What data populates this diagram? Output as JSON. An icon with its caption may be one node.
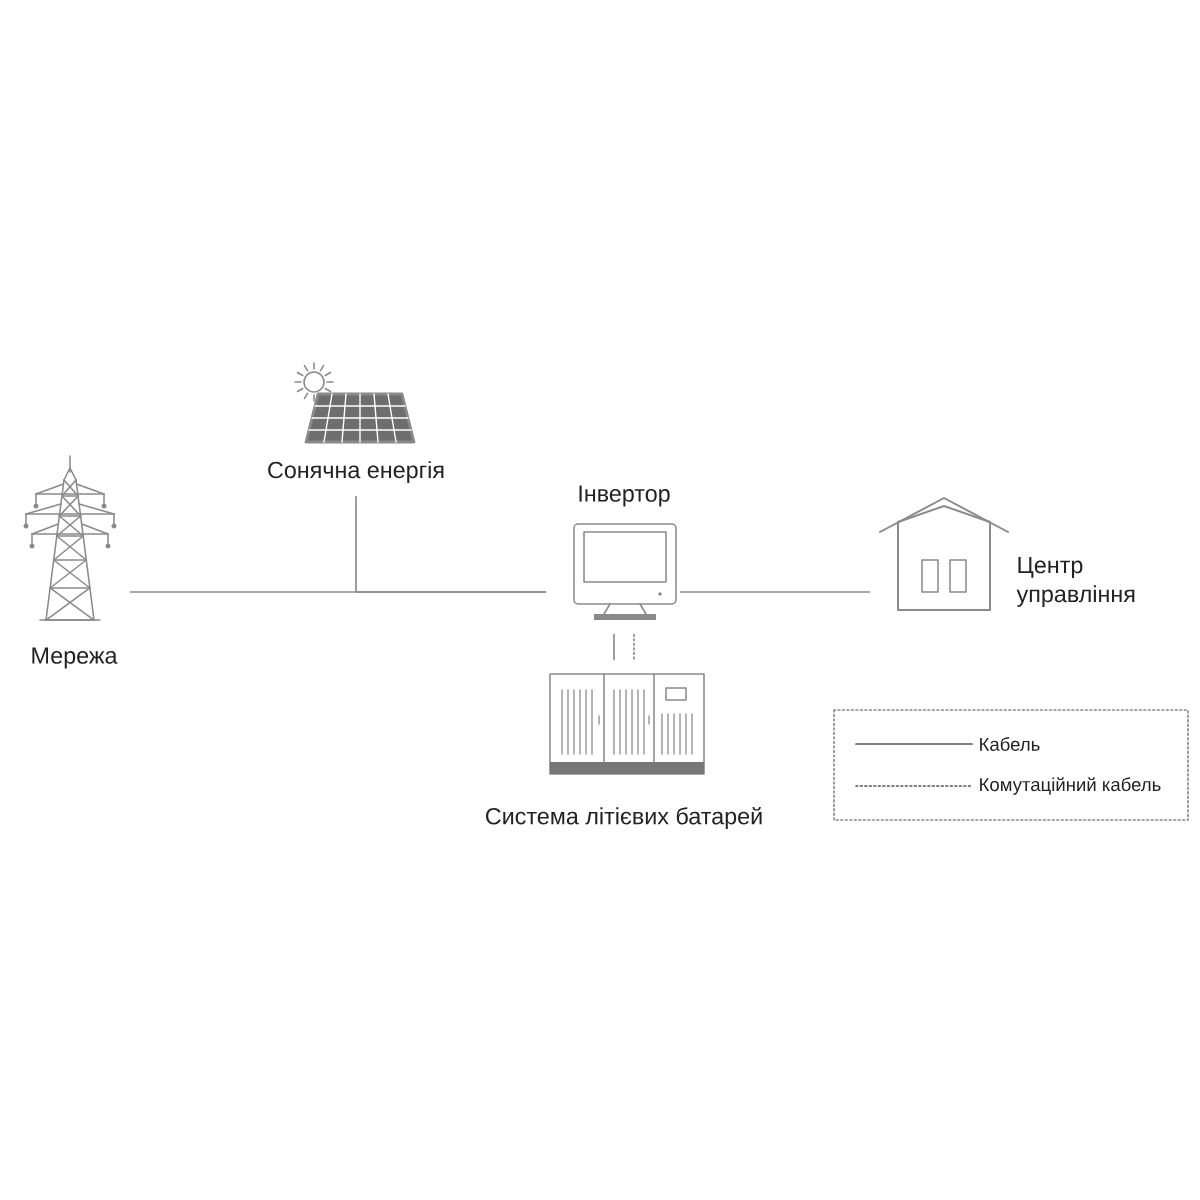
{
  "diagram": {
    "nodes": [
      {
        "text": [
          "Мережа"
        ]
      },
      {
        "text": [
          "Сонячна енергія"
        ]
      },
      {
        "text": [
          "Інвертор"
        ]
      },
      {
        "text": [
          "Центр управління"
        ]
      },
      {
        "text": [
          "Система літієвих батарей"
        ]
      }
    ],
    "edges": [
      {
        "from": 0,
        "to": 2,
        "arrow": "none"
      },
      {
        "from": 1,
        "to": 2,
        "arrow": "none"
      },
      {
        "from": 2,
        "to": 3,
        "arrow": "none"
      },
      {
        "from": 2,
        "to": 4,
        "arrow": "none"
      },
      {
        "from": 2,
        "to": 4,
        "arrow": "none",
        "style": "dashed"
      }
    ],
    "legend": [
      {
        "text": "Кабель"
      },
      {
        "text": "Комутаційний кабель"
      }
    ]
  }
}
